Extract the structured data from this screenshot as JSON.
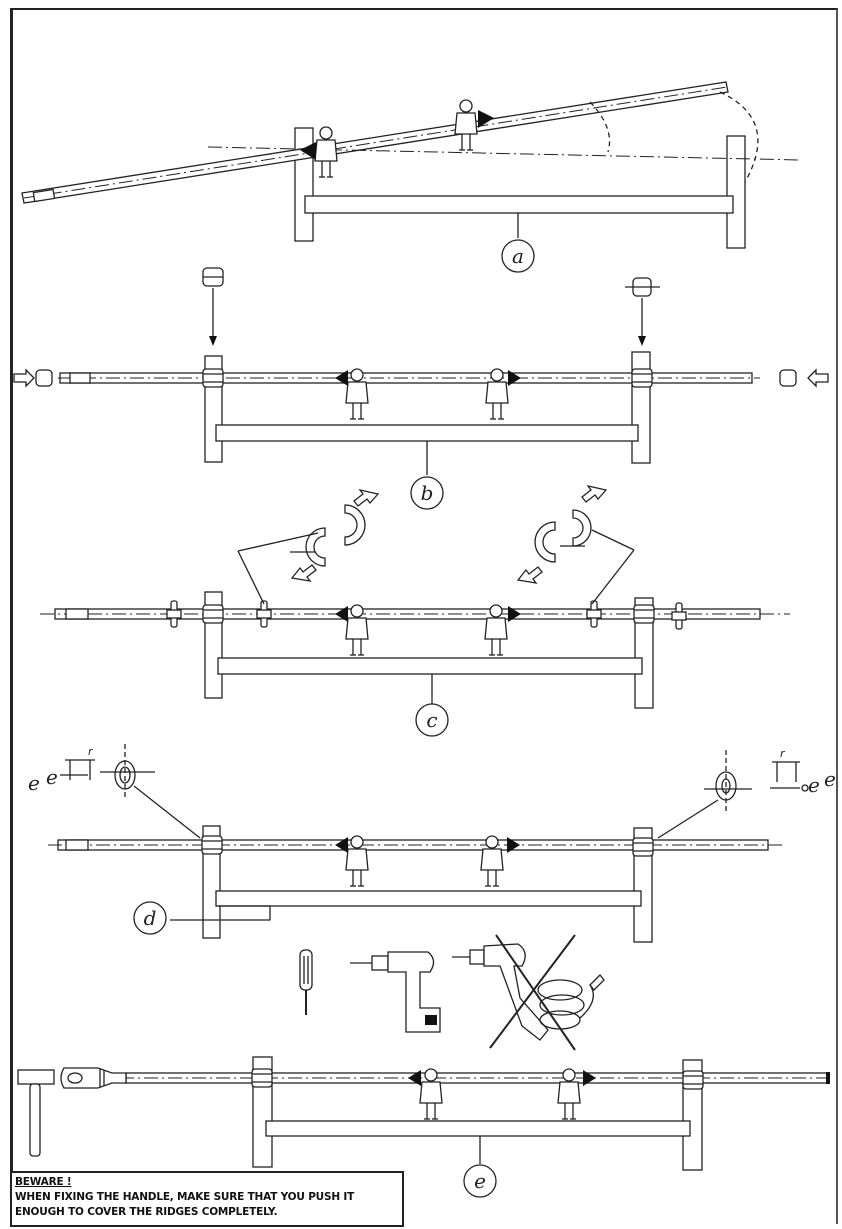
{
  "steps": [
    {
      "id": "a",
      "label": "a"
    },
    {
      "id": "b",
      "label": "b"
    },
    {
      "id": "c",
      "label": "c"
    },
    {
      "id": "d",
      "label": "d"
    },
    {
      "id": "e",
      "label": "e"
    }
  ],
  "dimension_labels": {
    "left_r": "r",
    "right_r": "r",
    "left_e": "e",
    "right_e": "e"
  },
  "tools": [
    "screwdriver-icon",
    "cordless-drill-icon",
    "corded-drill-crossed-icon",
    "hammer-icon"
  ],
  "warning": {
    "title": "BEWARE !",
    "line1": "WHEN FIXING THE HANDLE, MAKE SURE THAT YOU PUSH IT",
    "line2": "ENOUGH TO COVER THE RIDGES COMPLETELY."
  }
}
